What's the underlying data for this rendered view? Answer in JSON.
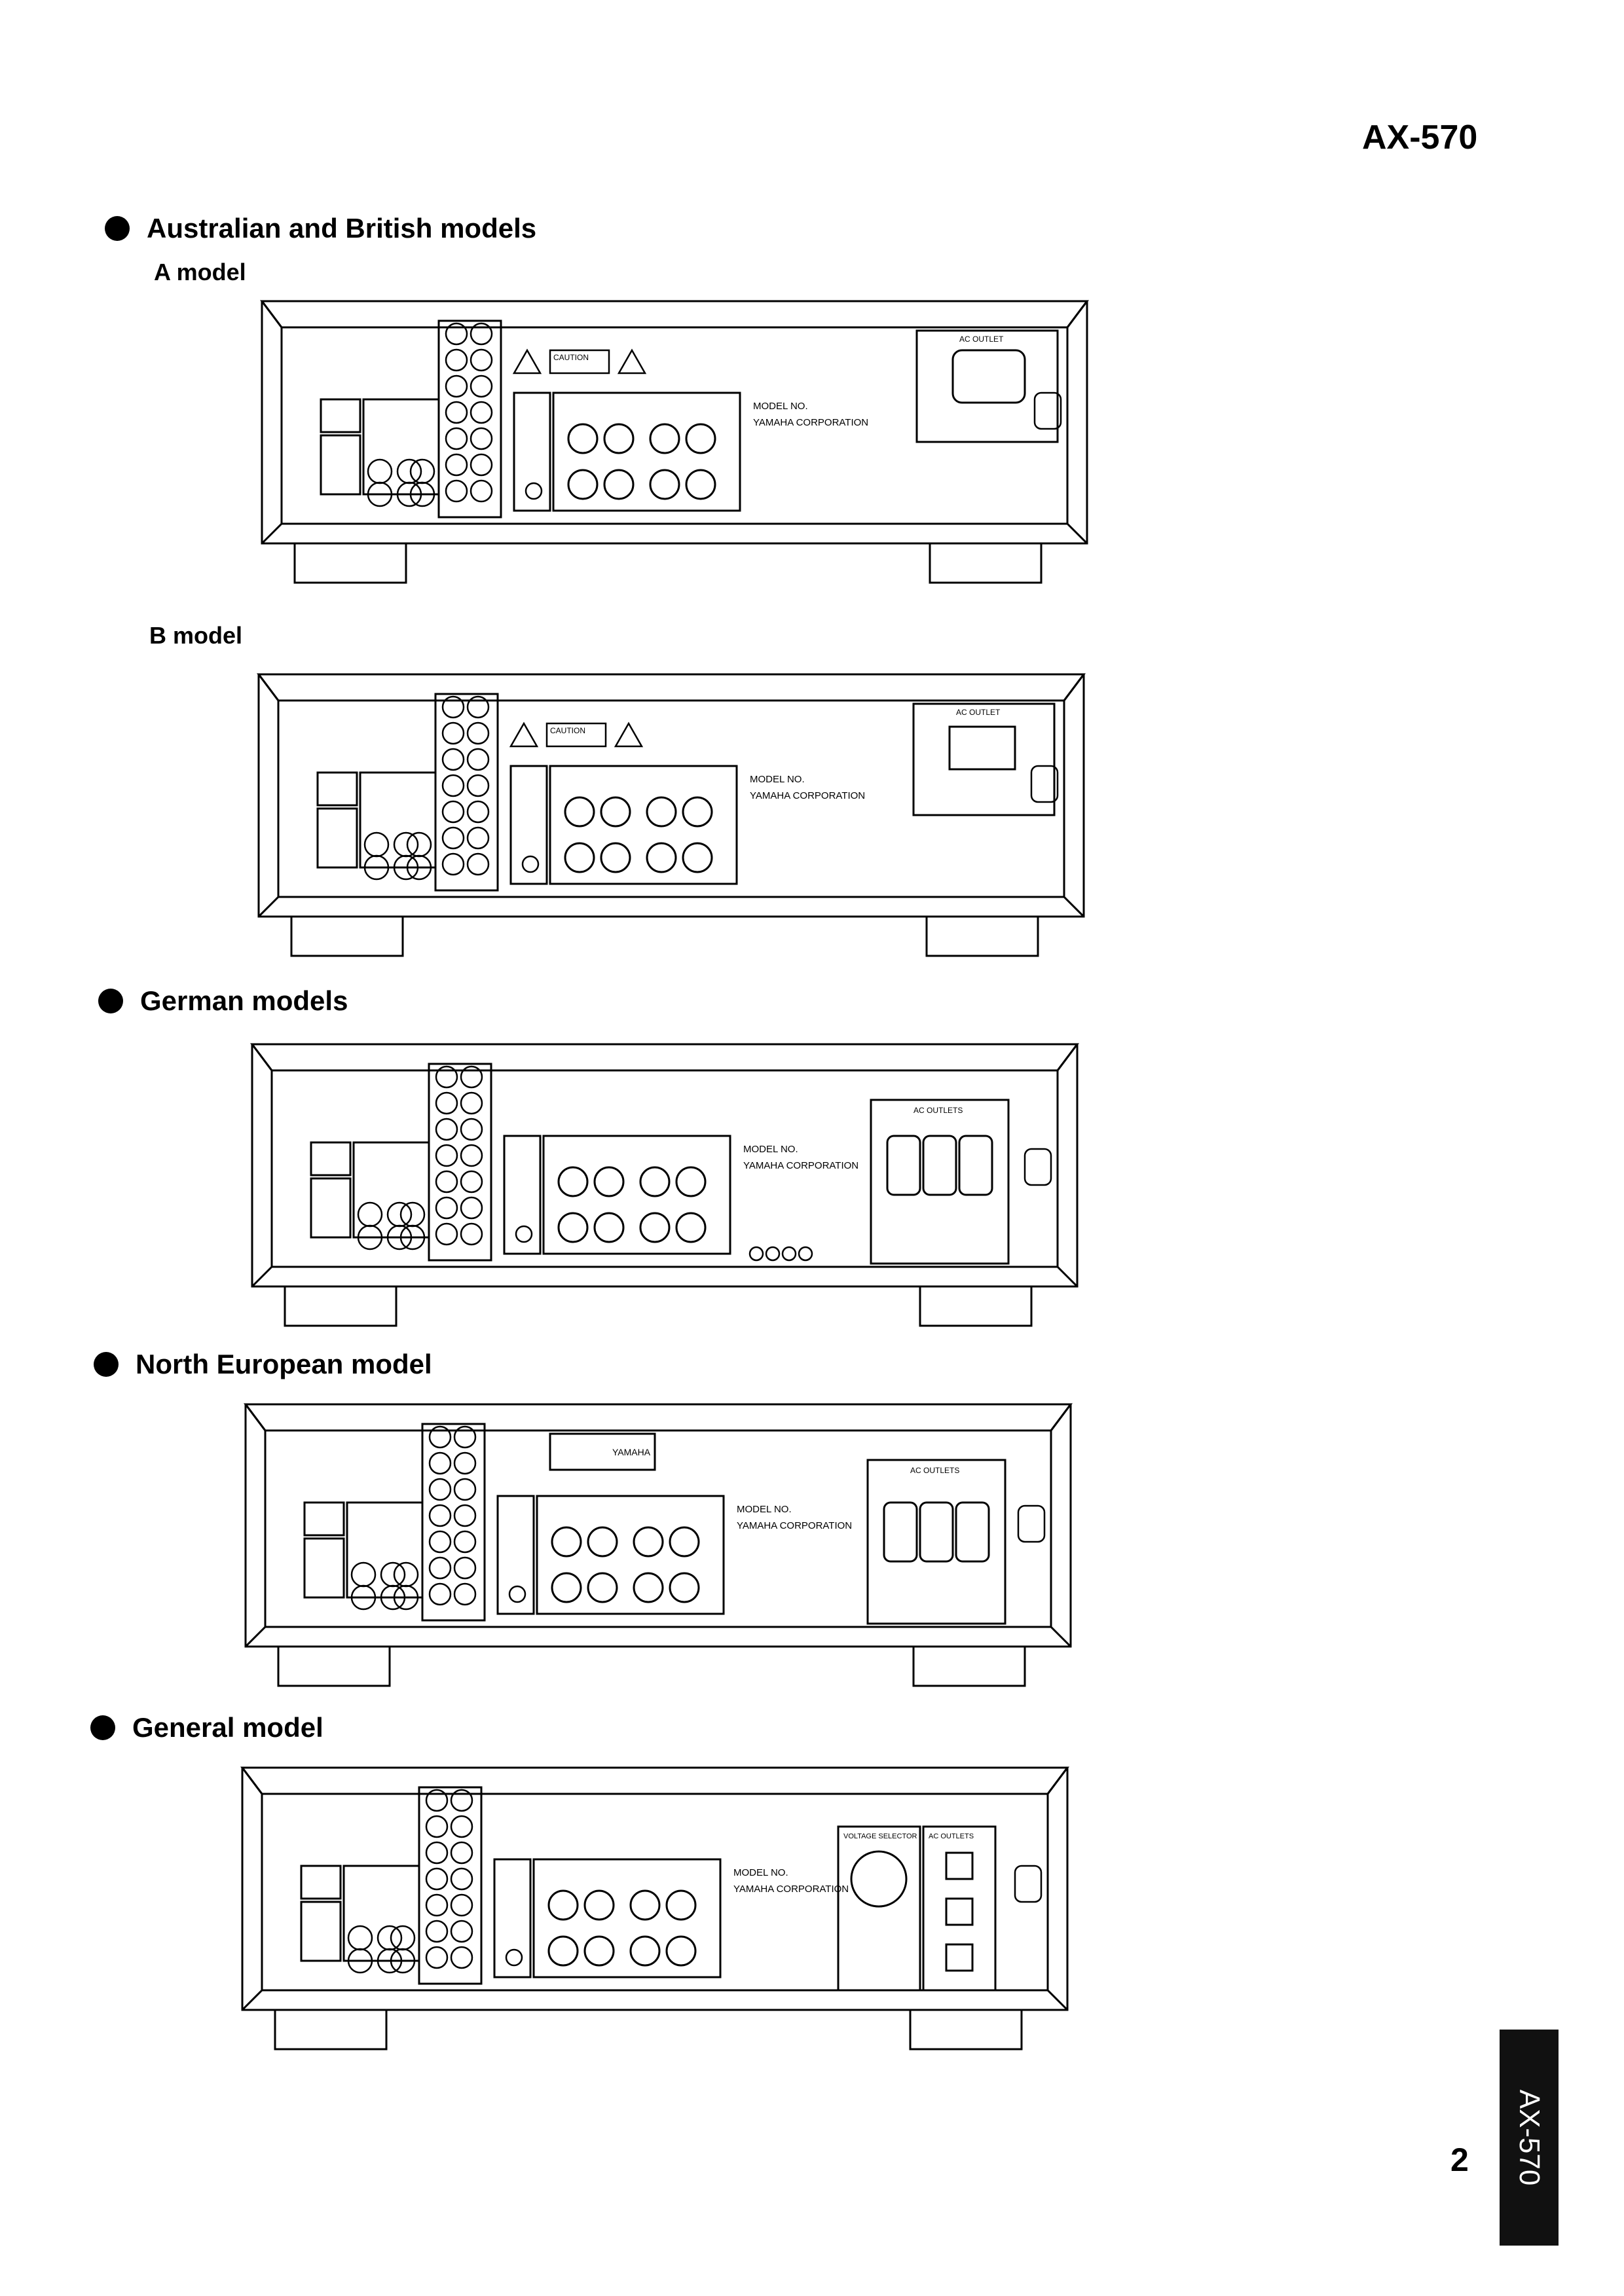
{
  "header": {
    "model": "AX-570"
  },
  "sections": [
    {
      "heading": "Australian and British models",
      "variants": [
        "A model",
        "B model"
      ]
    },
    {
      "heading": "German models"
    },
    {
      "heading": "North European model"
    },
    {
      "heading": "General model"
    }
  ],
  "panels": [
    {
      "name": "australian-a",
      "mains": "AC OUTLET",
      "label_line1": "MODEL NO.",
      "label_line2": "YAMAHA CORPORATION",
      "caution": "CAUTION"
    },
    {
      "name": "british-b",
      "mains": "AC OUTLET",
      "label_line1": "MODEL NO.",
      "label_line2": "YAMAHA CORPORATION",
      "caution": "CAUTION"
    },
    {
      "name": "german",
      "mains": "AC OUTLETS",
      "label_line1": "MODEL NO.",
      "label_line2": "YAMAHA CORPORATION"
    },
    {
      "name": "north-european",
      "mains": "AC OUTLETS",
      "label_line1": "MODEL NO.",
      "label_line2": "YAMAHA CORPORATION",
      "badge": "YAMAHA"
    },
    {
      "name": "general",
      "mains": "AC OUTLETS",
      "label_line1": "MODEL NO.",
      "label_line2": "YAMAHA CORPORATION",
      "voltage": "VOLTAGE SELECTOR"
    }
  ],
  "footer": {
    "page_number": "2",
    "side_tab": "AX-570"
  }
}
